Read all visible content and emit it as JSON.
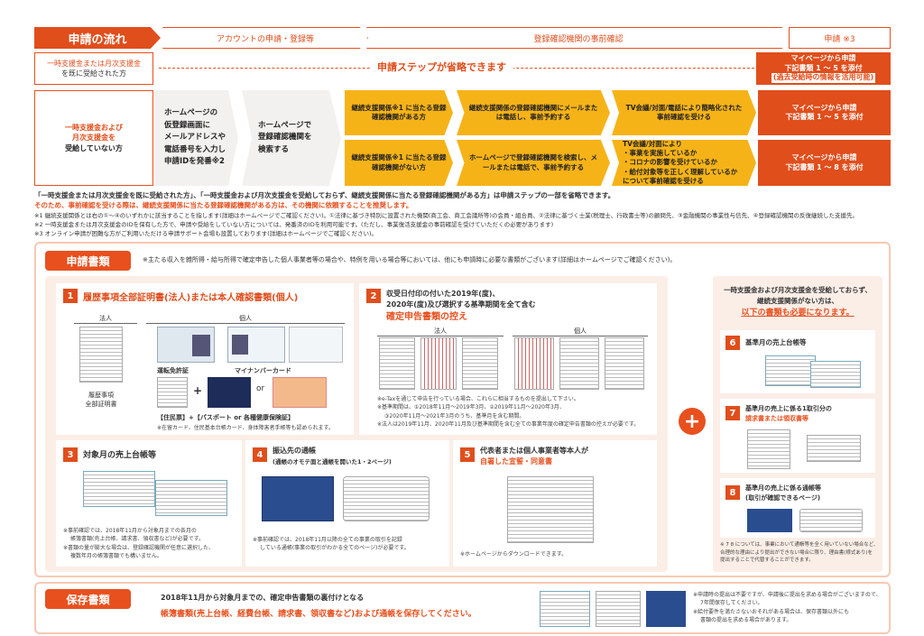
{
  "flow": {
    "title": "申請の流れ",
    "step1": "アカウントの申請・登録等",
    "step2": "登録確認機関の事前確認",
    "step3": "申請 ※3",
    "skip_left_l1": "一時支援金または月次支援金",
    "skip_left_l2": "を既に受給された方",
    "skip_text": "申請ステップが省略できます",
    "skip_right_l1": "マイページから申請",
    "skip_right_l2": "下記書類 1 〜 5 を添付",
    "skip_right_l3": "(過去受給時の情報を活用可能)",
    "row_left_l1": "一時支援金および",
    "row_left_l2": "月次支援金を",
    "row_left_l3": "受給していない方",
    "hp_l1": "ホームページの",
    "hp_l2": "仮登録画面に",
    "hp_l3": "メールアドレスや",
    "hp_l4": "電話番号を入力し",
    "hp_l5": "申請IDを発番※2",
    "search_l1": "ホームページで",
    "search_l2": "登録確認機関を",
    "search_l3": "検索する",
    "a1": "継続支援関係※1 に当たる登録確認機関がある方",
    "a2": "継続支援関係の登録確認機関にメールまたは電話し、事前予約する",
    "a3": "TV会議/対面/電話により簡略化された事前確認を受ける",
    "a4_l1": "マイページから申請",
    "a4_l2": "下記書類 1 〜 5 を添付",
    "b1": "継続支援関係※1 に当たる登録確認機関がない方",
    "b2": "ホームページで登録確認機関を検索し、メールまたは電話で、事前予約する",
    "b3_l1": "TV会議/対面により",
    "b3_l2": "・事業を実施しているか",
    "b3_l3": "・コロナの影響を受けているか",
    "b3_l4": "・給付対象等を正しく理解しているか",
    "b3_l5": "について事前確認を受ける",
    "b4_l1": "マイページから申請",
    "b4_l2": "下記書類 1 〜 8 を添付"
  },
  "notes": {
    "n1": "「一時支援金または月次支援金を既に受給された方」、「一時支援金および月次支援金を受給しておらず、継続支援関係に当たる登録確認機関がある方」は申請ステップの一部を省略できます。",
    "n2": "そのため、事前確認を受ける際は、継続支援関係に当たる登録確認機関がある方は、その機関に依頼することを推奨します。",
    "n3": "※1 継続支援関係とは右の①〜④のいずれかに該当することを指します(詳細はホームページでご確認ください)。①法律に基づき特別に設置された機関(商工会、商工会議所等)の会員・組合員、②法律に基づく士業(税理士、行政書士等)の顧問先、③金融機関の事業性与信先、④登録確認機関の反復継続した支援先。",
    "n4": "※2 一時支援金または月次支援金のIDを保有した方で、申請や受給をしていない方については、発番済のIDを利用可能です。(ただし、事業復活支援金の事前確認を受けていただくの必要があります)",
    "n5": "※3 オンライン申請が困難な方がご利用いただける申請サポート会場も設置しております(詳細はホームページでご確認ください)。"
  },
  "docs": {
    "tag": "申請書類",
    "intro": "※主たる収入を雑所得・給与所得で確定申告した個人事業者等の場合や、特例を用いる場合等においては、他にも申請時に必要な書類がございます(詳細はホームページでご確認ください)。",
    "d1_title": "履歴事項全部証明書(法人)または本人確認書類(個人)",
    "d1_corp": "法人",
    "d1_indiv": "個人",
    "d1_cert_l1": "履歴事項",
    "d1_cert_l2": "全部証明書",
    "d1_license": "運転免許証",
    "d1_mynumber": "マイナンバーカード",
    "d1_or": "or",
    "d1_juminhyo": "【住民票】+【パスポート or 各種健康保険証】",
    "d1_note": "※在留カード、住民基本台帳カード、身体障害者手帳等も認められます。",
    "d2_l1": "収受日付印の付いた2019年(度)、",
    "d2_l2": "2020年(度)及び選択する基準期間を全て含む",
    "d2_l3": "確定申告書類の控え",
    "d2_corp": "法人",
    "d2_indiv": "個人",
    "d2_note1": "※e-Taxを通じて申告を行っている場合、これらに相当するものを提出して下さい。",
    "d2_note2": "※基準期間は、①2018年11月〜2019年3月、②2019年11月〜2020年3月、",
    "d2_note3": "③2020年11月〜2021年3月のうち、基準月を含む期間。",
    "d2_note4": "※法人は2019年11月、2020年11月及び基準期間を含む全ての事業年度の確定申告書類の控えが必要です。",
    "d3_title": "対象月の売上台帳等",
    "d3_note1": "※事前確認では、2018年11月から対象月までの各月の",
    "d3_note2": "帳簿書類(売上台帳、請求書、領収書など)が必要です。",
    "d3_note3": "※書類の量が膨大な場合は、登録確認機関が任意に選択した、",
    "d3_note4": "複数年月の帳簿書類でも構いません。",
    "d4_title": "振込先の通帳",
    "d4_sub": "(通帳のオモテ面と通帳を開いた1・2ページ)",
    "d4_note1": "※事前確認では、2018年11月以降の全ての事業の取引を記録",
    "d4_note2": "している通帳(事業の取引がわかる全てのページ)が必要です。",
    "d5_l1": "代表者または個人事業者等本人が",
    "d5_l2": "自署した宣誓・同意書",
    "d5_note": "※ホームページからダウンロードできます。",
    "plus": "+",
    "r_head1": "一時支援金および月次支援金を受給しておらず、",
    "r_head2": "継続支援関係がない方は、",
    "r_head3": "以下の書類も必要になります。",
    "d6_title": "基準月の売上台帳等",
    "d7_l1": "基準月の売上に係る1取引分の",
    "d7_l2": "請求書または領収書等",
    "d8_l1": "基準月の売上に係る通帳等",
    "d8_l2": "(取引が確認できるページ)",
    "r_note1": "※ 7 8 については、事業において通帳等を全く用いていない場合など、",
    "r_note2": "合理的な理由により提出ができない場合に限り、理由書(様式あり)を",
    "r_note3": "提出することで代替することができます。"
  },
  "keep": {
    "tag": "保存書類",
    "l1": "2018年11月から対象月までの、確定申告書類の裏付けとなる",
    "l2": "帳簿書類(売上台帳、経費台帳、請求書、領収書など)および通帳を保存してください。",
    "note1": "※申請時の提出は不要ですが、申請後に提出を求める場合がございますので、",
    "note2": "7年間保存してください。",
    "note3": "※給付要件を満たさないおそれがある場合は、保存書類以外にも",
    "note4": "書類の提出を求める場合があります。"
  },
  "colors": {
    "accent": "#e8501e",
    "yellow": "#f6b318",
    "panel": "#fbeee7"
  }
}
